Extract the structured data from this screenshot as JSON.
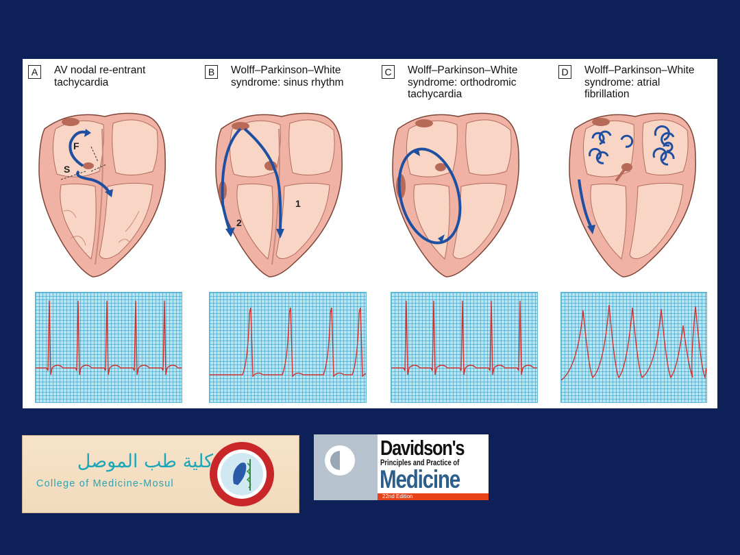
{
  "panels": [
    {
      "letter": "A",
      "caption": "AV nodal re-entrant\ntachycardia",
      "labels": [
        "F",
        "S"
      ]
    },
    {
      "letter": "B",
      "caption": "Wolff–Parkinson–White\nsyndrome: sinus rhythm",
      "labels": [
        "1",
        "2"
      ]
    },
    {
      "letter": "C",
      "caption": "Wolff–Parkinson–White\nsyndrome: orthodromic\ntachycardia",
      "labels": []
    },
    {
      "letter": "D",
      "caption": "Wolff–Parkinson–White\nsyndrome: atrial\nfibrillation",
      "labels": []
    }
  ],
  "logos": {
    "mosul_arabic": "كلية طب الموصل",
    "mosul_english": "College of Medicine-Mosul",
    "davidson_title": "Davidson's",
    "davidson_subtitle": "Principles and Practice of",
    "davidson_medicine": "Medicine",
    "davidson_edition": "22nd Edition"
  },
  "colors": {
    "background": "#0d2058",
    "heart_wall": "#f0b2a4",
    "heart_chamber": "#f9d5c6",
    "conduction_tissue": "#b76a58",
    "arrow": "#1f4fa0",
    "ecg_trace": "#d2312e",
    "ecg_grid": "#b6e6f4"
  },
  "icons": [
    "heart-cross-section-icon",
    "ecg-strip-icon",
    "college-seal-icon",
    "davidson-book-icon"
  ]
}
